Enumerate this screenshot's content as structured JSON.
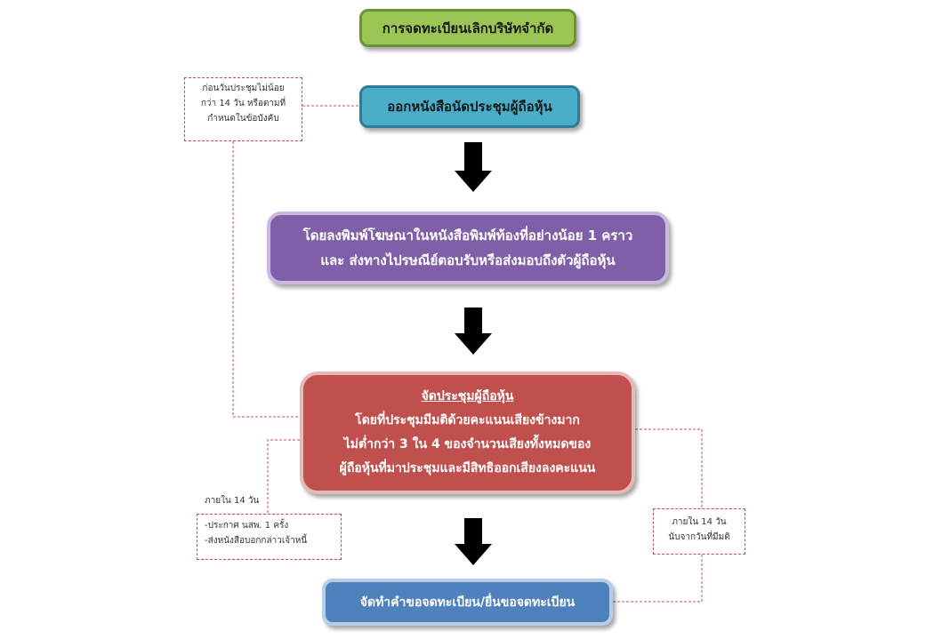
{
  "diagram": {
    "title_box": {
      "label": "การจดทะเบียนเลิกบริษัทจำกัด"
    },
    "notice_box": {
      "label": "ออกหนังสือนัดประชุมผู้ถือหุ้น"
    },
    "publish_box": {
      "line1": "โดยลงพิมพ์โฆษณาในหนังสือพิมพ์ท้องที่อย่างน้อย 1 คราว",
      "line2": "และ ส่งทางไปรษณีย์ตอบรับหรือส่งมอบถึงตัวผู้ถือหุ้น"
    },
    "meeting_box": {
      "heading": "จัดประชุมผู้ถือหุ้น",
      "line1": "โดยที่ประชุมมีมติด้วยคะแนนเสียงข้างมาก",
      "line2": "ไม่ต่ำกว่า 3 ใน 4 ของจำนวนเสียงทั้งหมดของ",
      "line3": "ผู้ถือหุ้นที่มาประชุมและมีสิทธิออกเสียงลงคะแนน"
    },
    "register_box": {
      "label": "จัดทำคำขอจดทะเบียน/ยื่นขอจดทะเบียน"
    },
    "note_before_meeting": {
      "line1": "ก่อนวันประชุมไม่น้อย",
      "line2": "กว่า 14 วัน หรือตามที่",
      "line3": "กำหนดในข้อบังคับ"
    },
    "note_within_label": "ภายใน 14 วัน",
    "note_announce": {
      "line1": "-ประกาศ นสพ. 1 ครั้ง",
      "line2": "-ส่งหนังสือบอกกล่าวเจ้าหนี้"
    },
    "note_resolution": {
      "line1": "ภายใน 14 วัน",
      "line2": "นับจากวันที่มีมติ"
    }
  },
  "colors": {
    "title_fill": "#9ac654",
    "notice_fill": "#4aaec9",
    "publish_fill": "#7f60a8",
    "meeting_fill": "#c0504d",
    "register_fill": "#4f81bd",
    "connector": "#c0504d",
    "arrow": "#000000"
  }
}
